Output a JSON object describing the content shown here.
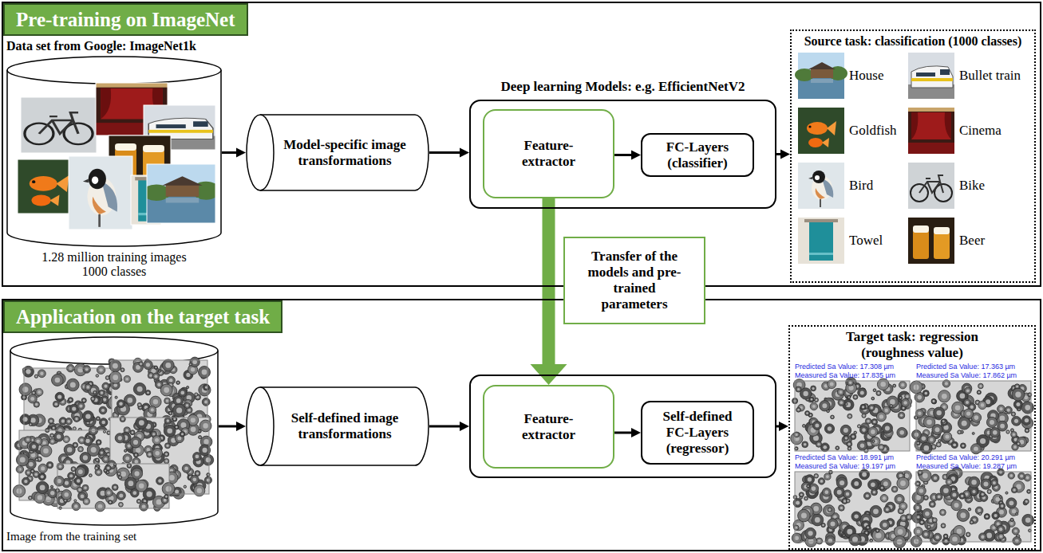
{
  "diagram": {
    "nodes": [
      {
        "text": [
          "Pre-training on ImageNet"
        ]
      },
      {
        "text": [
          "Data set from Google: ImageNet1k",
          "1.28 million training images 1000 classes"
        ],
        "in": 0
      },
      {
        "text": [
          "Model-specific image transformations"
        ],
        "in": 0
      },
      {
        "text": [
          "Deep learning Models: e.g. EfficientNetV2"
        ],
        "in": 0
      },
      {
        "text": [
          "Feature-extractor"
        ],
        "in": 3
      },
      {
        "text": [
          "FC-Layers (classifier)"
        ],
        "in": 3
      },
      {
        "text": [
          "Source task: classification (1000 classes)"
        ],
        "in": 0
      },
      {
        "text": [
          "Transfer of the models and pre-trained parameters"
        ]
      },
      {
        "text": [
          "Application on the target task"
        ]
      },
      {
        "text": [
          "Image from the training set"
        ],
        "in": 8
      },
      {
        "text": [
          "Self-defined image transformations"
        ],
        "in": 8
      },
      {
        "text": [],
        "in": 8
      },
      {
        "text": [
          "Feature-extractor"
        ],
        "in": 11
      },
      {
        "text": [
          "Self-defined FC-Layers (regressor)"
        ],
        "in": 11
      },
      {
        "text": [
          "Target task: regression (roughness value)"
        ],
        "in": 8
      }
    ],
    "edges": [
      {
        "from": 1,
        "to": 2,
        "arrow": "to"
      },
      {
        "from": 2,
        "to": 3,
        "arrow": "to"
      },
      {
        "from": 4,
        "to": 5,
        "arrow": "to"
      },
      {
        "from": 3,
        "to": 6,
        "arrow": "to"
      },
      {
        "from": 4,
        "to": 12,
        "arrow": "to"
      },
      {
        "from": 9,
        "to": 10,
        "arrow": "to"
      },
      {
        "from": 10,
        "to": 11,
        "arrow": "to"
      },
      {
        "from": 12,
        "to": 13,
        "arrow": "to"
      },
      {
        "from": 11,
        "to": 14,
        "arrow": "to"
      }
    ],
    "labels": [
      "House",
      "Bullet train",
      "Goldfish",
      "Cinema",
      "Bird",
      "Bike",
      "Towel",
      "Beer",
      "Predicted Sa Value: 17.308 µm",
      "Measured Sa Value: 17.835 µm",
      "Predicted Sa Value: 17.363 µm",
      "Measured Sa Value: 17.862 µm",
      "Predicted Sa Value: 18.991 µm",
      "Measured Sa Value: 19.197 µm",
      "Predicted Sa Value: 20.291 µm",
      "Measured Sa Value: 19.287 µm"
    ]
  }
}
